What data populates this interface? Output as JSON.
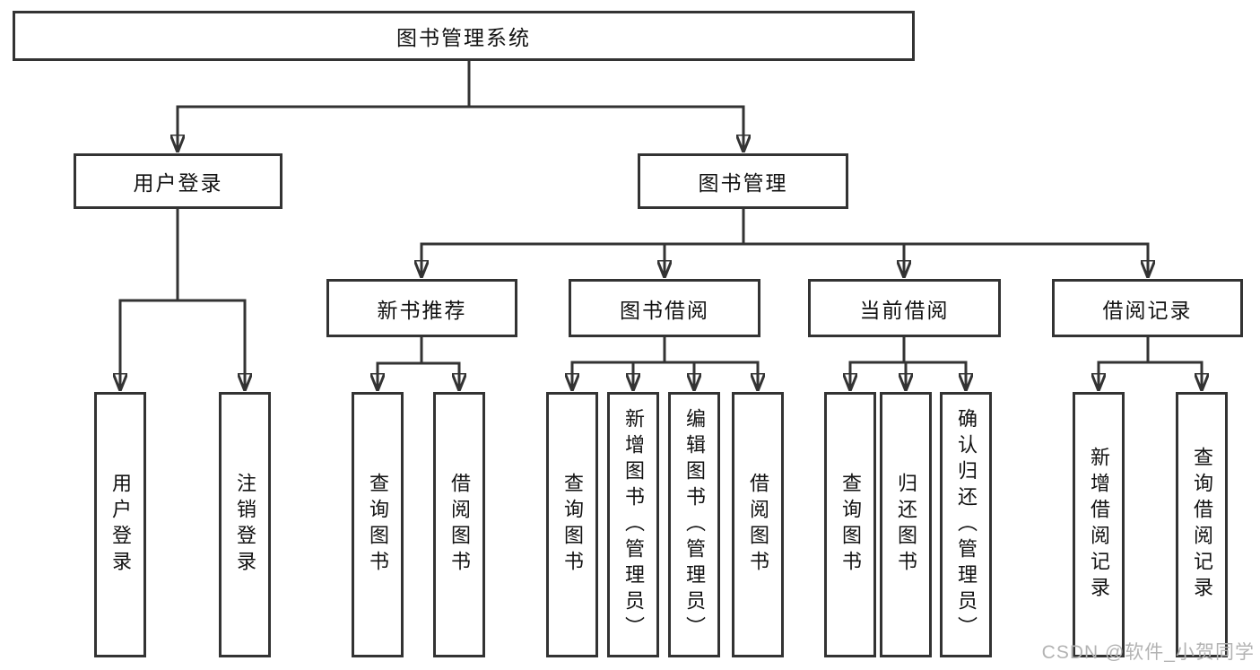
{
  "nodes": {
    "root": "图书管理系统",
    "user_login": "用户登录",
    "book_mgmt": "图书管理",
    "new_books": "新书推荐",
    "book_borrow": "图书借阅",
    "current_borrow": "当前借阅",
    "borrow_records": "借阅记录",
    "leaf_user_login": "用户登录",
    "leaf_logout": "注销登录",
    "leaf_nb_query": "查询图书",
    "leaf_nb_borrow": "借阅图书",
    "leaf_bb_query": "查询图书",
    "leaf_bb_add": "新增图书（管理员）",
    "leaf_bb_edit": "编辑图书（管理员）",
    "leaf_bb_borrow": "借阅图书",
    "leaf_cb_query": "查询图书",
    "leaf_cb_return": "归还图书",
    "leaf_cb_confirm": "确认归还（管理员）",
    "leaf_br_add": "新增借阅记录",
    "leaf_br_query": "查询借阅记录"
  },
  "colors": {
    "line": "#333333",
    "text": "#121212",
    "watermark": "#b3b3b3"
  },
  "watermark": "CSDN @软件_小贺同学"
}
